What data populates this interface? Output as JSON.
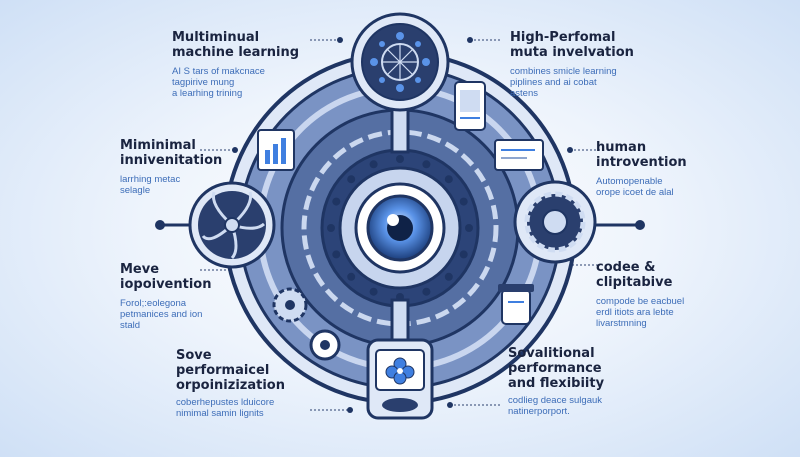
{
  "labels": [
    {
      "id": "top-left",
      "title": [
        "Multiminual",
        "machine learning"
      ],
      "body": [
        "AI S tars of makcnace",
        "tagpirive mung",
        "a learhing trining"
      ]
    },
    {
      "id": "mid-left-1",
      "title": [
        "Miminimal",
        "innivenitation"
      ],
      "body": [
        "larrhing metac",
        "selagle"
      ]
    },
    {
      "id": "mid-left-2",
      "title": [
        "Meve",
        "iopoivention"
      ],
      "body": [
        "Forol;:eolegona",
        "petmanices and ion",
        "stald"
      ]
    },
    {
      "id": "bottom-left",
      "title": [
        "Sove",
        "performaicel",
        "orpoinizization"
      ],
      "body": [
        "coberhepustes lduicore",
        "nimimal samin lignits"
      ]
    },
    {
      "id": "top-right",
      "title": [
        "High-Perfomal",
        "muta invelvation"
      ],
      "body": [
        "combines smicle learning",
        "piplines and ai cobat",
        "astens"
      ]
    },
    {
      "id": "mid-right-1",
      "title": [
        "human",
        "introvention"
      ],
      "body": [
        "Automopenable",
        "orope icoet de alal"
      ]
    },
    {
      "id": "mid-right-2",
      "title": [
        "codee &",
        "clipitabive"
      ],
      "body": [
        "compode be eacbuel",
        "erdl itiots ara lebte",
        "livarstmning"
      ]
    },
    {
      "id": "bottom-right",
      "title": [
        "Sovalitional",
        "performance",
        "and flexibiity"
      ],
      "body": [
        "codlieg deace sulgauk",
        "natinerporport."
      ]
    }
  ],
  "colors": {
    "navy": "#1f3563",
    "slate": "#4c6596",
    "steel": "#8ea6cf",
    "pale": "#cfdcf2",
    "accent": "#3f7fe0",
    "text_title": "#1a2440",
    "text_body": "#3d6db8"
  }
}
